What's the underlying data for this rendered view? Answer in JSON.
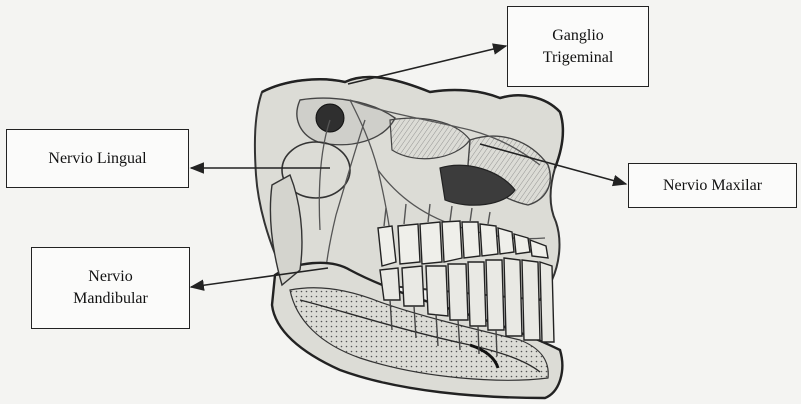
{
  "diagram": {
    "labels": {
      "ganglio_trigeminal": {
        "line1": "Ganglio",
        "line2": "Trigeminal"
      },
      "nervio_lingual": "Nervio Lingual",
      "nervio_maxilar": "Nervio Maxilar",
      "nervio_mandibular": {
        "line1": "Nervio",
        "line2": "Mandibular"
      }
    },
    "colors": {
      "background": "#f4f4f2",
      "ink": "#222222",
      "bone_shade": "#c9c9c4",
      "tissue_dark": "#3a3a3a"
    }
  }
}
